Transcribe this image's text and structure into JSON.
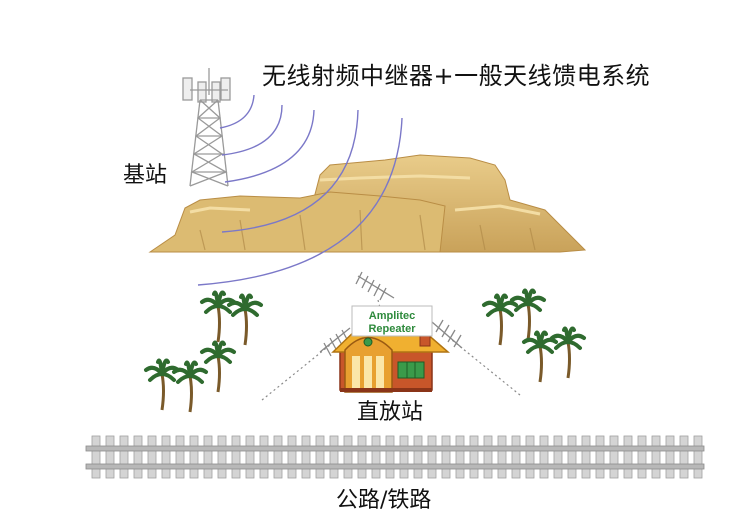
{
  "diagram": {
    "title": "无线射频中继器+一般天线馈电系统",
    "base_station_label": "基站",
    "repeater_label": "直放站",
    "road_label": "公路/铁路",
    "repeater_sign": {
      "line1": "Amplitec",
      "line2": "Repeater"
    }
  },
  "colors": {
    "signal_wave": "#7b78c8",
    "mesa": "#d8b56a",
    "house_wall": "#c8562a",
    "house_roof": "#f0b030",
    "sign_text": "#2e8a3c",
    "palm_leaf": "#2f6b2f",
    "rail": "#b8b8b8"
  }
}
